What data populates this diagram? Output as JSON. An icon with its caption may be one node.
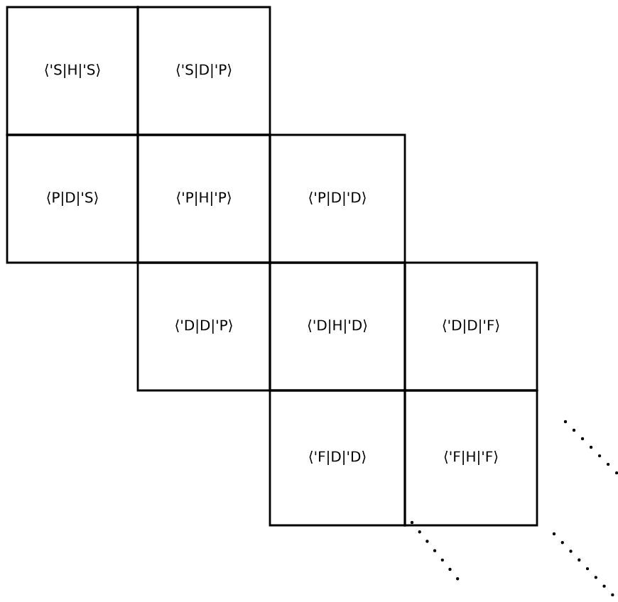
{
  "diagram": {
    "nodes": [
      {
        "text": [
          "⟨'S|H|'S⟩"
        ]
      },
      {
        "text": [
          "⟨'S|D|'P⟩"
        ]
      },
      {
        "text": [
          "⟨P|D|'S⟩"
        ]
      },
      {
        "text": [
          "⟨'P|H|'P⟩"
        ]
      },
      {
        "text": [
          "⟨'P|D|'D⟩"
        ]
      },
      {
        "text": [
          "⟨'D|D|'P⟩"
        ]
      },
      {
        "text": [
          "⟨'D|H|'D⟩"
        ]
      },
      {
        "text": [
          "⟨'D|D|'F⟩"
        ]
      },
      {
        "text": [
          "⟨'F|D|'D⟩"
        ]
      },
      {
        "text": [
          "⟨'F|H|'F⟩"
        ]
      }
    ]
  }
}
